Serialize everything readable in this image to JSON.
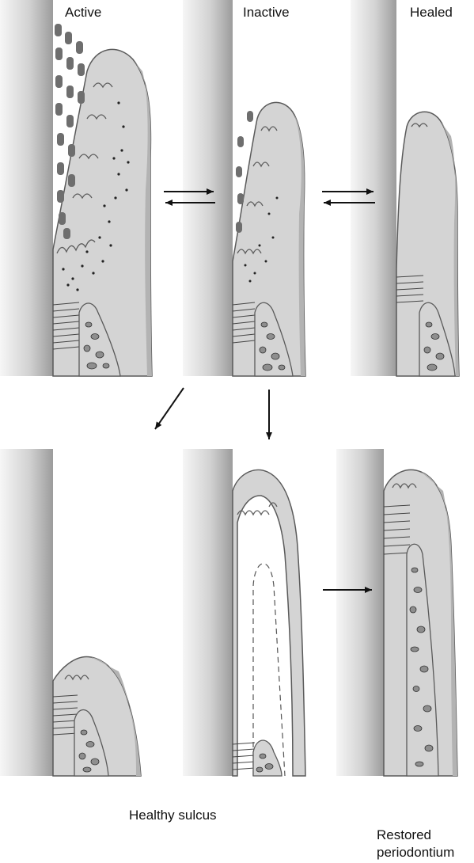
{
  "labels": {
    "active": "Active",
    "inactive": "Inactive",
    "healed": "Healed",
    "healthy_sulcus": "Healthy sulcus",
    "restored_line1": "Restored",
    "restored_line2": "periodontium"
  },
  "colors": {
    "tissue_fill": "#d4d4d4",
    "epithelium": "#b3b3b3",
    "outline": "#5a5a5a",
    "bacteria": "#6e6e6e",
    "bone": "#8e8e8e",
    "tooth_light": "#f4f4f4",
    "tooth_dark": "#9a9a9a"
  },
  "icons": [
    "arrow-right-icon",
    "arrow-left-icon",
    "arrow-down-icon",
    "arrow-down-left-icon"
  ]
}
